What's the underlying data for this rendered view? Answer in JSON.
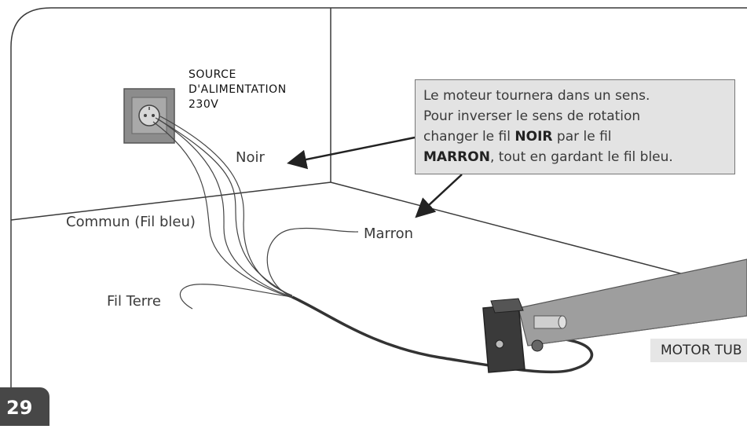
{
  "source": {
    "lines": [
      "SOURCE",
      "D'ALIMENTATION",
      "230V"
    ]
  },
  "wires": {
    "noir": "Noir",
    "commun": "Commun (Fil bleu)",
    "marron": "Marron",
    "terre": "Fil Terre"
  },
  "callout": {
    "line1": "Le moteur tournera dans un sens.",
    "line2": "Pour inverser le sens de rotation",
    "line3_pre": "changer le fil ",
    "line3_bold": "NOIR",
    "line3_post": " par le fil",
    "line4_bold": "MARRON",
    "line4_post": ", tout en gardant le fil bleu."
  },
  "motor": {
    "label": "MOTOR TUB"
  },
  "page": {
    "number": "29"
  }
}
